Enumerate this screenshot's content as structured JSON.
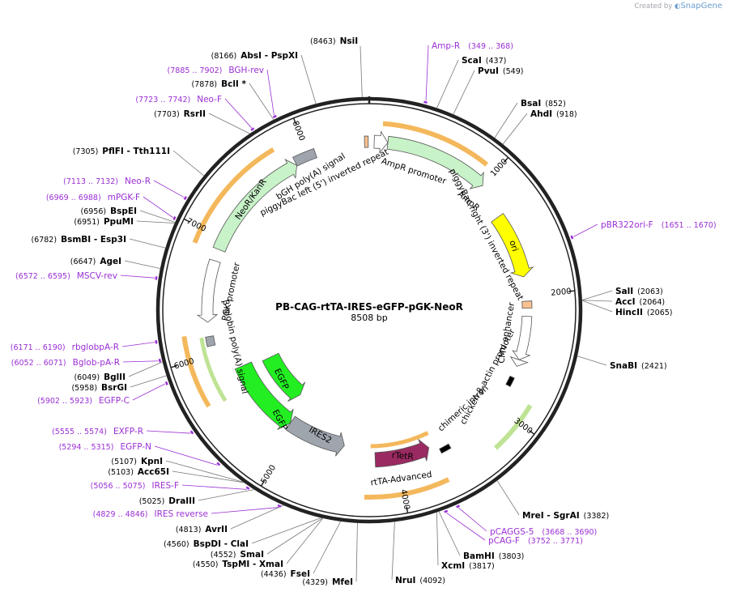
{
  "credit": {
    "prefix": "Created by",
    "brand": "SnapGene"
  },
  "plasmid": {
    "name": "PB-CAG-rtTA-IRES-eGFP-pGK-NeoR",
    "length": 8508,
    "length_label": "8508 bp"
  },
  "ticks": [
    "1000",
    "2000",
    "3000",
    "4000",
    "5000",
    "6000",
    "7000",
    "8000"
  ],
  "sites_right": [
    {
      "pos": "(8463)",
      "name": "NsiI"
    },
    {
      "pos": "(437)",
      "name": "ScaI"
    },
    {
      "pos": "(549)",
      "name": "PvuI"
    },
    {
      "pos": "(852)",
      "name": "BsaI"
    },
    {
      "pos": "(918)",
      "name": "AhdI"
    },
    {
      "pos": "(2063)",
      "name": "SalI"
    },
    {
      "pos": "(2064)",
      "name": "AccI"
    },
    {
      "pos": "(2065)",
      "name": "HincII"
    },
    {
      "pos": "(2421)",
      "name": "SnaBI"
    },
    {
      "pos": "(3382)",
      "name": "MreI - SgrAI"
    },
    {
      "pos": "(3803)",
      "name": "BamHI"
    },
    {
      "pos": "(3817)",
      "name": "XcmI"
    },
    {
      "pos": "(4092)",
      "name": "NruI"
    }
  ],
  "sites_left": [
    {
      "pos": "(8166)",
      "name": "AbsI - PspXI"
    },
    {
      "pos": "(7878)",
      "name": "BclI *"
    },
    {
      "pos": "(7703)",
      "name": "RsrII"
    },
    {
      "pos": "(7305)",
      "name": "PflFI - Tth111I"
    },
    {
      "pos": "(6956)",
      "name": "BspEI"
    },
    {
      "pos": "(6951)",
      "name": "PpuMI"
    },
    {
      "pos": "(6782)",
      "name": "BsmBI - Esp3I"
    },
    {
      "pos": "(6647)",
      "name": "AgeI"
    },
    {
      "pos": "(6049)",
      "name": "BglII"
    },
    {
      "pos": "(5958)",
      "name": "BsrGI"
    },
    {
      "pos": "(5107)",
      "name": "KpnI"
    },
    {
      "pos": "(5103)",
      "name": "Acc65I"
    },
    {
      "pos": "(5025)",
      "name": "DraIII"
    },
    {
      "pos": "(4813)",
      "name": "AvrII"
    },
    {
      "pos": "(4560)",
      "name": "BspDI - ClaI"
    },
    {
      "pos": "(4552)",
      "name": "SmaI"
    },
    {
      "pos": "(4550)",
      "name": "TspMI - XmaI"
    },
    {
      "pos": "(4436)",
      "name": "FseI"
    },
    {
      "pos": "(4329)",
      "name": "MfeI"
    }
  ],
  "primers": [
    {
      "name": "Amp-R",
      "range": "(349 .. 368)"
    },
    {
      "name": "BGH-rev",
      "range": "(7885 .. 7902)"
    },
    {
      "name": "Neo-F",
      "range": "(7723 .. 7742)"
    },
    {
      "name": "Neo-R",
      "range": "(7113 .. 7132)"
    },
    {
      "name": "mPGK-F",
      "range": "(6969 .. 6988)"
    },
    {
      "name": "MSCV-rev",
      "range": "(6572 .. 6595)"
    },
    {
      "name": "pBR322ori-F",
      "range": "(1651 .. 1670)"
    },
    {
      "name": "rbglobpA-R",
      "range": "(6171 .. 6190)"
    },
    {
      "name": "Bglob-pA-R",
      "range": "(6052 .. 6071)"
    },
    {
      "name": "EGFP-C",
      "range": "(5902 .. 5923)"
    },
    {
      "name": "EXFP-R",
      "range": "(5555 .. 5574)"
    },
    {
      "name": "EGFP-N",
      "range": "(5294 .. 5315)"
    },
    {
      "name": "IRES-F",
      "range": "(5056 .. 5075)"
    },
    {
      "name": "IRES reverse",
      "range": "(4829 .. 4846)"
    },
    {
      "name": "pCAGGS-5",
      "range": "(3668 .. 3690)"
    },
    {
      "name": "pCAG-F",
      "range": "(3752 .. 3771)"
    }
  ],
  "features": [
    {
      "name": "AmpR promoter"
    },
    {
      "name": "AmpR"
    },
    {
      "name": "piggyBac right (3') inverted repeat"
    },
    {
      "name": "ori"
    },
    {
      "name": "CMV enhancer"
    },
    {
      "name": "chicken β-actin promoter"
    },
    {
      "name": "chimeric intron"
    },
    {
      "name": "rtTA-Advanced"
    },
    {
      "name": "rTetR"
    },
    {
      "name": "IRES2"
    },
    {
      "name": "EGFP"
    },
    {
      "name": "EGFP"
    },
    {
      "name": "β-globin poly(A) signal"
    },
    {
      "name": "PGK promoter"
    },
    {
      "name": "NeoR/KanR"
    },
    {
      "name": "bGH poly(A) signal"
    },
    {
      "name": "piggyBac left (5') inverted repeat"
    }
  ],
  "colors": {
    "primer": "#9a2fd4",
    "ampr": "#c8f2c8",
    "ori": "#ffff00",
    "egfp": "#22ee22",
    "rtetr": "#9a2a62",
    "ires": "#9ea5ad",
    "orf_band": "#f3b04a",
    "piggybac": "#f9c090"
  }
}
